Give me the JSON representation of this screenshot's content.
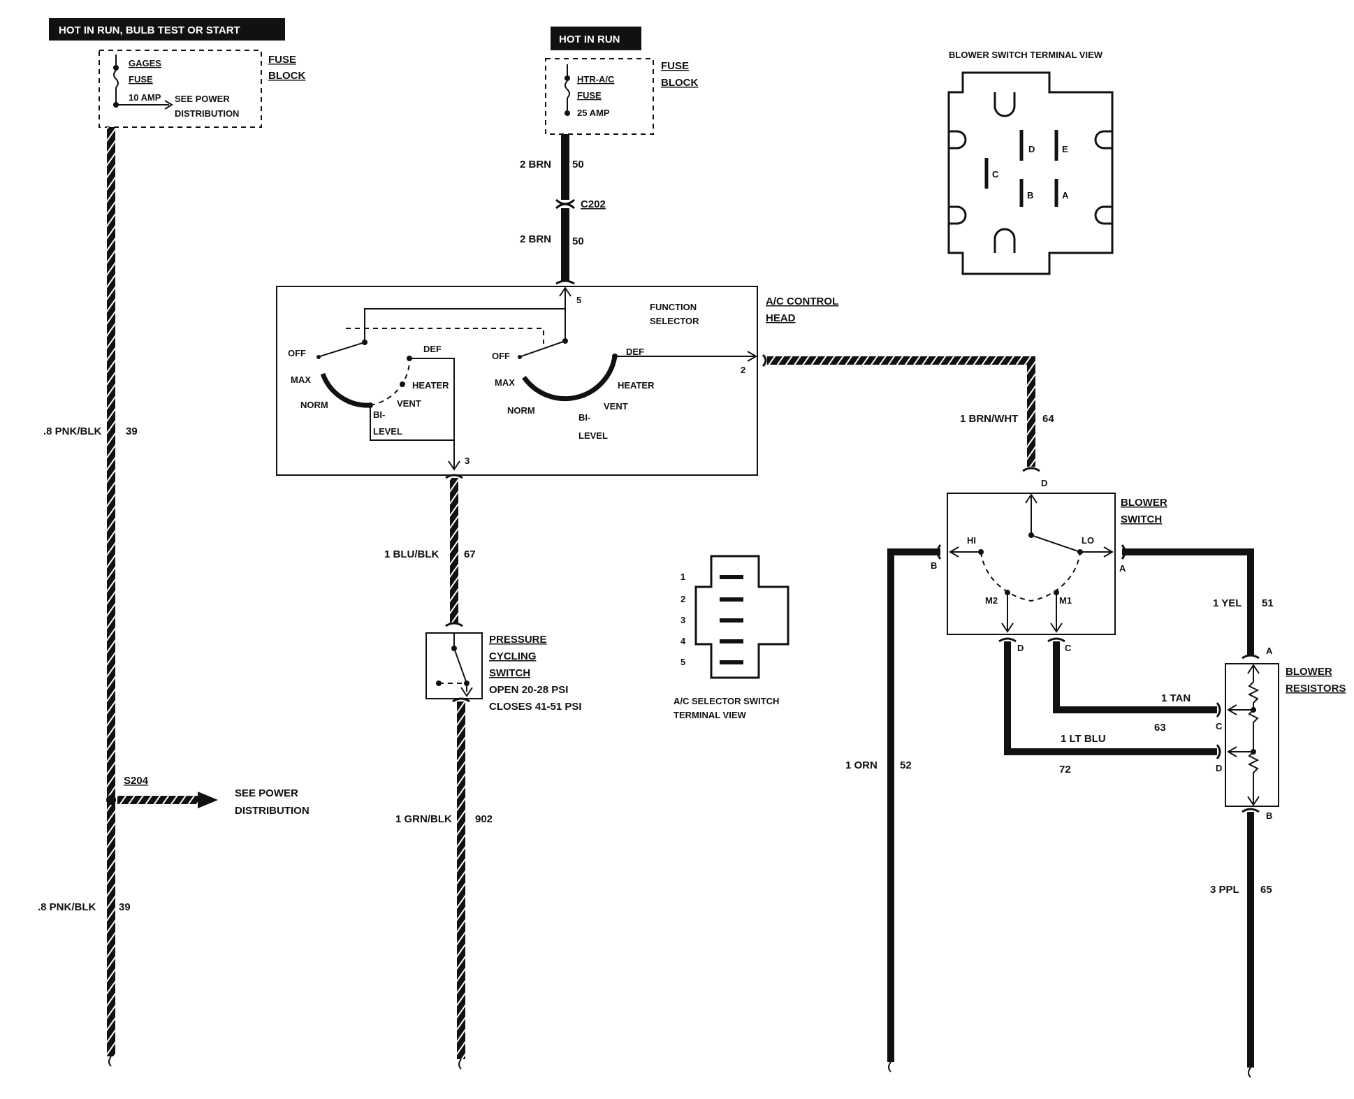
{
  "header_boxes": {
    "left": "HOT IN RUN,  BULB TEST OR START",
    "center": "HOT IN RUN"
  },
  "gages_fuse": {
    "name_line1": "GAGES",
    "name_line2": "FUSE",
    "rating": "10 AMP",
    "note_line1": "SEE POWER",
    "note_line2": "DISTRIBUTION",
    "block_line1": "FUSE",
    "block_line2": "BLOCK"
  },
  "htr_fuse": {
    "name_line1": "HTR-A/C",
    "name_line2": "FUSE",
    "rating": "25 AMP",
    "block_line1": "FUSE",
    "block_line2": "BLOCK"
  },
  "wires": {
    "brn_upper": {
      "gauge": "2 BRN",
      "circuit": "50"
    },
    "connector": "C202",
    "brn_lower": {
      "gauge": "2 BRN",
      "circuit": "50"
    },
    "pnk_upper": {
      "gauge": ".8 PNK/BLK",
      "circuit": "39"
    },
    "pnk_lower": {
      "gauge": ".8 PNK/BLK",
      "circuit": "39"
    },
    "blu_blk": {
      "gauge": "1 BLU/BLK",
      "circuit": "67"
    },
    "grn_blk": {
      "gauge": "1 GRN/BLK",
      "circuit": "902"
    },
    "brn_wht": {
      "gauge": "1 BRN/WHT",
      "circuit": "64"
    },
    "orn": {
      "gauge": "1 ORN",
      "circuit": "52"
    },
    "yel": {
      "gauge": "1 YEL",
      "circuit": "51"
    },
    "tan": {
      "gauge": "1 TAN",
      "circuit": "63"
    },
    "lt_blu": {
      "gauge": "1 LT BLU",
      "circuit": "72"
    },
    "ppl": {
      "gauge": "3 PPL",
      "circuit": "65"
    }
  },
  "splice": {
    "id": "S204",
    "note_line1": "SEE POWER",
    "note_line2": "DISTRIBUTION"
  },
  "control_head": {
    "title_line1": "A/C CONTROL",
    "title_line2": "HEAD",
    "selector_line1": "FUNCTION",
    "selector_line2": "SELECTOR",
    "pin_top": "5",
    "pin_right": "2",
    "pin_bottom": "3",
    "left_positions": {
      "off": "OFF",
      "max": "MAX",
      "norm": "NORM",
      "bi": "BI-",
      "level": "LEVEL",
      "vent": "VENT",
      "heater": "HEATER",
      "def": "DEF"
    },
    "right_positions": {
      "off": "OFF",
      "max": "MAX",
      "norm": "NORM",
      "bi": "BI-",
      "level": "LEVEL",
      "vent": "VENT",
      "heater": "HEATER",
      "def": "DEF"
    }
  },
  "pressure_switch": {
    "title_line1": "PRESSURE",
    "title_line2": "CYCLING",
    "title_line3": "SWITCH",
    "spec_line1": "OPEN 20-28 PSI",
    "spec_line2": "CLOSES 41-51 PSI"
  },
  "blower_switch": {
    "title_line1": "BLOWER",
    "title_line2": "SWITCH",
    "pos_hi": "HI",
    "pos_lo": "LO",
    "pos_m2": "M2",
    "pos_m1": "M1",
    "pin_d_top": "D",
    "pin_b": "B",
    "pin_a": "A",
    "pin_d_bottom": "D",
    "pin_c_bottom": "C"
  },
  "blower_resistors": {
    "title_line1": "BLOWER",
    "title_line2": "RESISTORS",
    "pin_a": "A",
    "pin_c": "C",
    "pin_d": "D",
    "pin_b": "B"
  },
  "blower_terminal_view": {
    "title": "BLOWER SWITCH TERMINAL VIEW",
    "terminals": [
      "D",
      "E",
      "C",
      "B",
      "A"
    ]
  },
  "selector_terminal_view": {
    "title_line1": "A/C SELECTOR SWITCH",
    "title_line2": "TERMINAL VIEW",
    "numbers": [
      "1",
      "2",
      "3",
      "4",
      "5"
    ]
  }
}
